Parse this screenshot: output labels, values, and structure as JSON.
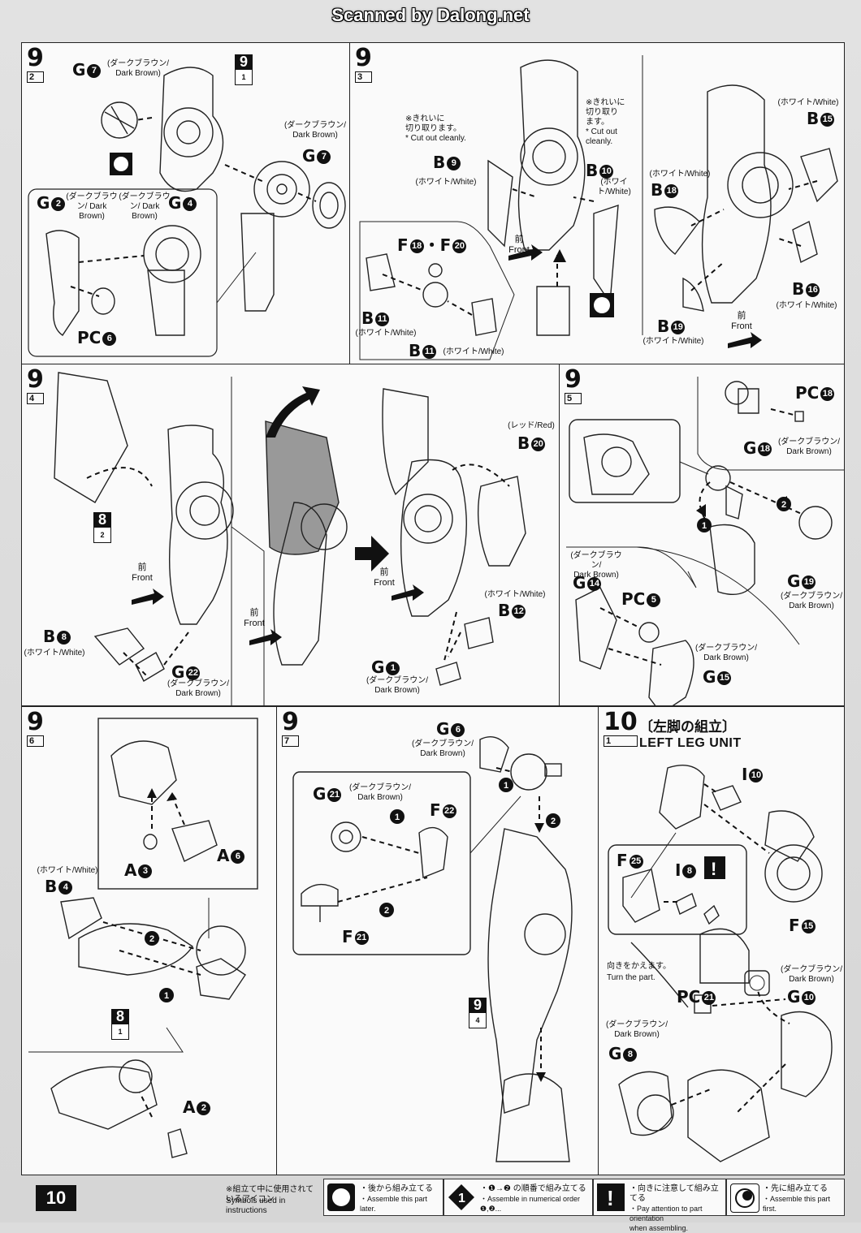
{
  "header": {
    "scan_credit": "Scanned by Dalong.net"
  },
  "page_number": "10",
  "panels": {
    "p92": {
      "step": "9",
      "sub": "2",
      "parts": [
        "G7",
        "G7",
        "G2",
        "G4",
        "PC6"
      ],
      "labels": {
        "g7a": "(ダークブラウン/\nDark Brown)",
        "g7b": "(ダークブラウン/\nDark Brown)",
        "g2": "(ダークブラウン/\nDark Brown)",
        "g4": "(ダークブラウン/\nDark Brown)"
      },
      "ref": {
        "num": "9",
        "sub": "1"
      }
    },
    "p93": {
      "step": "9",
      "sub": "3",
      "note_clean1": "※きれいに\n切り取ります。\n* Cut out cleanly.",
      "note_clean2": "※きれいに\n切り取り\nます。\n* Cut out\ncleanly.",
      "white": "(ホワイト/White)",
      "front_jp": "前",
      "front_en": "Front",
      "parts": {
        "b9": "B9",
        "b10": "B10",
        "f": "F18・F20",
        "b11a": "B11",
        "b11b": "B11",
        "b15": "B15",
        "b18": "B18",
        "b16": "B16",
        "b19": "B19"
      }
    },
    "p94": {
      "step": "9",
      "sub": "4",
      "ref": {
        "num": "8",
        "sub": "2"
      },
      "red": "(レッド/Red)",
      "white": "(ホワイト/White)",
      "dark_brown": "(ダークブラウン/\nDark Brown)",
      "front_jp": "前",
      "front_en": "Front",
      "parts": {
        "b8": "B8",
        "g22": "G22",
        "b20": "B20",
        "b12": "B12",
        "g1": "G1"
      }
    },
    "p95": {
      "step": "9",
      "sub": "5",
      "dark_brown": "(ダークブラウン/\nDark Brown)",
      "parts": {
        "pc18": "PC18",
        "g18": "G18",
        "g14": "G14",
        "pc5": "PC5",
        "g19": "G19",
        "g15": "G15"
      }
    },
    "p96": {
      "step": "9",
      "sub": "6",
      "white": "(ホワイト/White)",
      "ref": {
        "num": "8",
        "sub": "1"
      },
      "parts": {
        "a3": "A3",
        "a6": "A6",
        "b4": "B4",
        "a2": "A2"
      }
    },
    "p97": {
      "step": "9",
      "sub": "7",
      "dark_brown": "(ダークブラウン/\nDark Brown)",
      "ref": {
        "num": "9",
        "sub": "4"
      },
      "parts": {
        "g6": "G6",
        "g21": "G21",
        "f22": "F22",
        "f21": "F21"
      }
    },
    "p101": {
      "step": "10",
      "sub": "1",
      "title_jp": "〔左脚の組立〕",
      "title_en": "LEFT LEG UNIT",
      "turn_jp": "向きをかえます。",
      "turn_en": "Turn the part.",
      "dark_brown": "(ダークブラウン/\nDark Brown)",
      "parts": {
        "i10": "I10",
        "f25": "F25",
        "i8": "I8",
        "f15": "F15",
        "pc21": "PC21",
        "g10": "G10",
        "g8": "G8"
      }
    }
  },
  "legend": {
    "intro_jp": "※組立て中に使用されているアイコン",
    "intro_en": "Symbols used in instructions",
    "items": [
      {
        "jp": "・後から組み立てる",
        "en": "・Assemble this part later."
      },
      {
        "jp": "・❶→❷ の順番で組み立てる",
        "en": "・Assemble in numerical order ❶,❷..."
      },
      {
        "jp": "・向きに注意して組み立てる",
        "en": "・Pay attention to part orientation\nwhen assembling."
      },
      {
        "jp": "・先に組み立てる",
        "en": "・Assemble this part first."
      }
    ]
  }
}
